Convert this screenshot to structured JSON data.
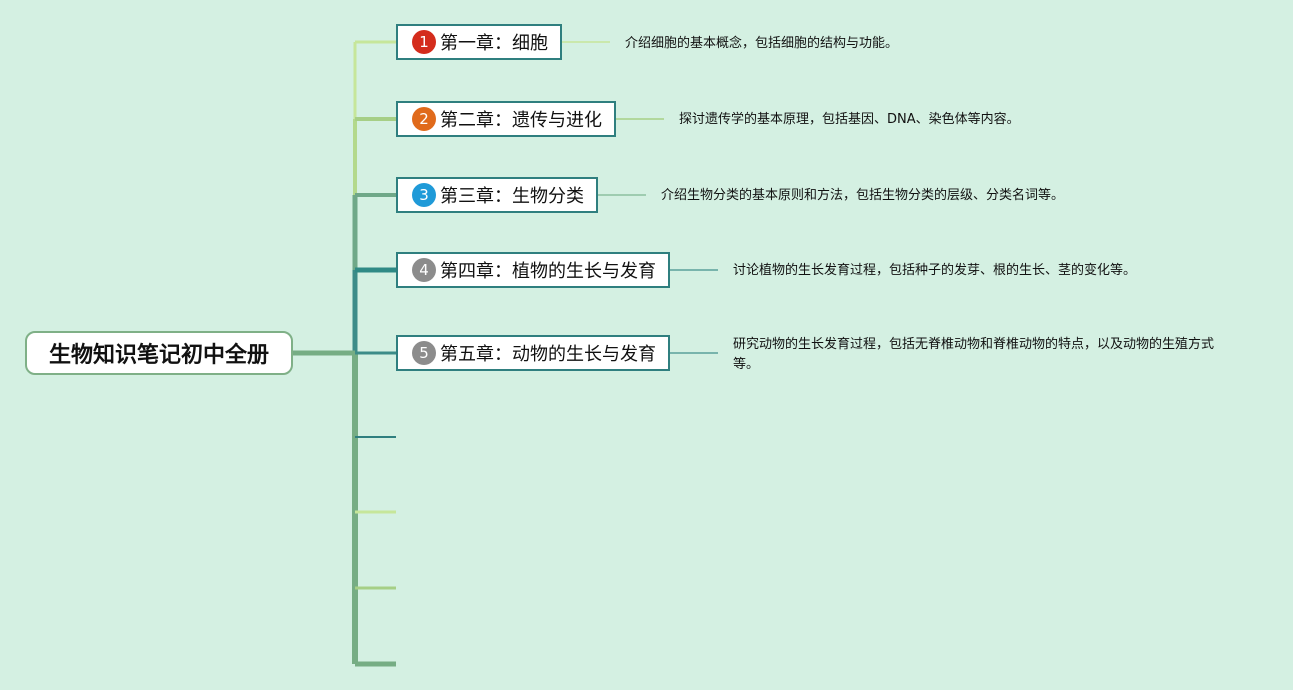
{
  "root": {
    "title": "生物知识笔记初中全册"
  },
  "chapters": [
    {
      "number": "1",
      "title": "第一章：细胞",
      "badge_color": "#d42c1c",
      "description": "介绍细胞的基本概念，包括细胞的结构与功能。"
    },
    {
      "number": "2",
      "title": "第二章：遗传与进化",
      "badge_color": "#e06a1b",
      "description": "探讨遗传学的基本原理，包括基因、DNA、染色体等内容。"
    },
    {
      "number": "3",
      "title": "第三章：生物分类",
      "badge_color": "#1f9ad8",
      "description": "介绍生物分类的基本原则和方法，包括生物分类的层级、分类名词等。"
    },
    {
      "number": "4",
      "title": "第四章：植物的生长与发育",
      "badge_color": "#8c8c8c",
      "description": "讨论植物的生长发育过程，包括种子的发芽、根的生长、茎的变化等。"
    },
    {
      "number": "5",
      "title": "第五章：动物的生长与发育",
      "badge_color": "#8c8c8c",
      "description": "研究动物的生长发育过程，包括无脊椎动物和脊椎动物的特点，以及动物的生殖方式等。"
    }
  ],
  "colors": {
    "background": "#d4f0e2",
    "trunk": "#76ad84",
    "root_border": "#7fb087",
    "node_border": "#2f7f7f"
  }
}
